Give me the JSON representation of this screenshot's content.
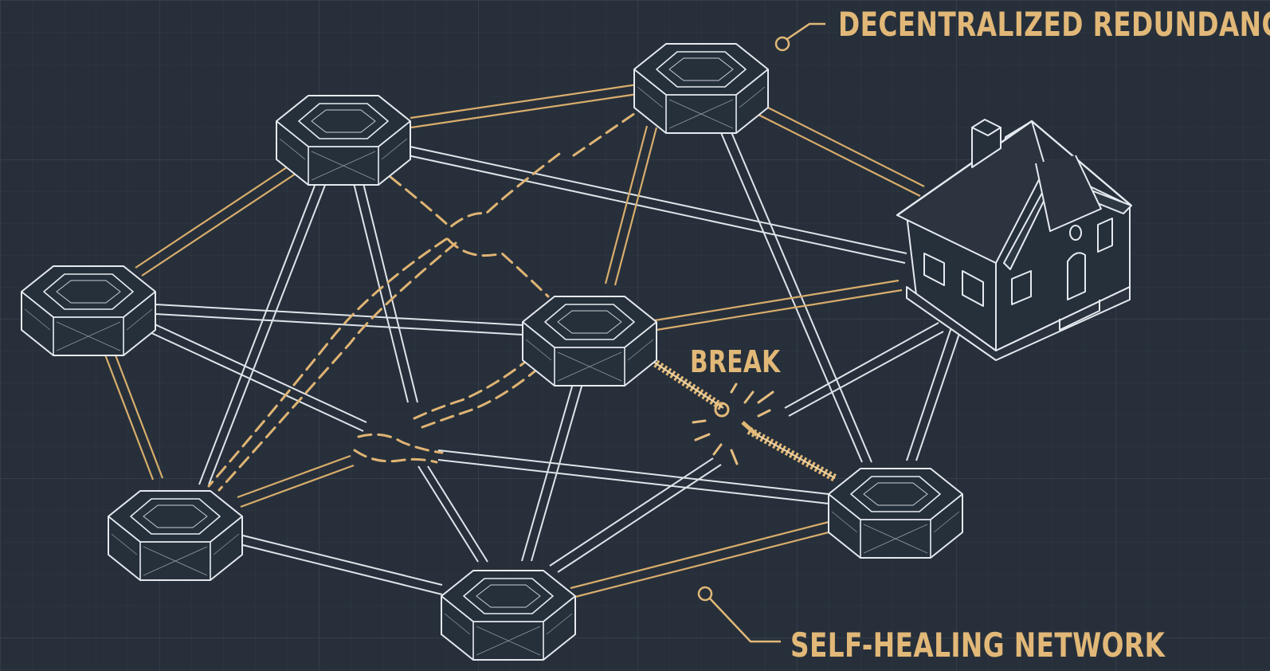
{
  "labels": {
    "top": "DECENTRALIZED REDUNDANCY",
    "break": "BREAK",
    "bottom": "SELF-HEALING NETWORK"
  },
  "colors": {
    "background": "#27303a",
    "line": "#e6eaf0",
    "accent": "#e2b878"
  },
  "icons": {
    "node": "hexagon-node-icon",
    "house": "house-icon",
    "callout": "callout-circle-icon"
  }
}
